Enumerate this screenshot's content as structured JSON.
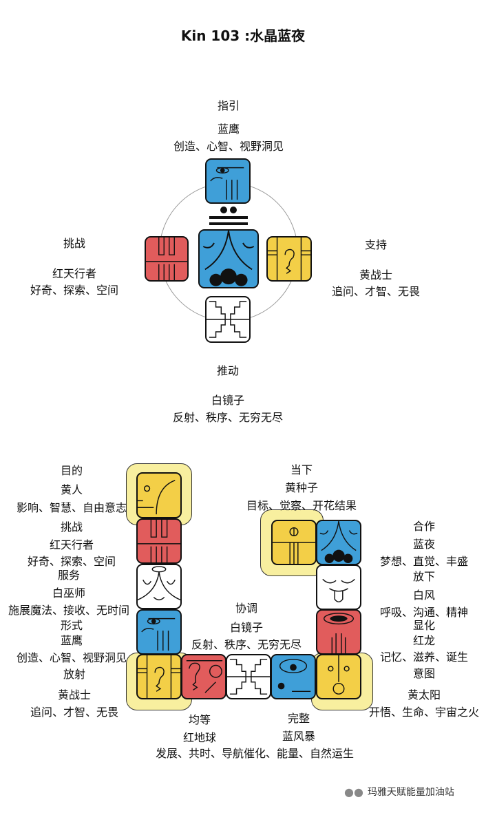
{
  "title": "Kin 103 :水晶蓝夜",
  "oracle": [
    {
      "role": "指引",
      "seal": "蓝鹰",
      "keywords": "创造、心智、视野洞见"
    },
    {
      "role": "挑战",
      "seal": "红天行者",
      "keywords": "好奇、探索、空间"
    },
    {
      "role": "支持",
      "seal": "黄战士",
      "keywords": "追问、才智、无畏"
    },
    {
      "role": "推动",
      "seal": "白镜子",
      "keywords": "反射、秩序、无穷无尽"
    }
  ],
  "wavespell": [
    {
      "role": "目的",
      "seal": "黄人",
      "keywords": "影响、智慧、自由意志"
    },
    {
      "role": "挑战",
      "seal": "红天行者",
      "keywords": "好奇、探索、空间"
    },
    {
      "role": "服务",
      "seal": "白巫师",
      "keywords": "施展魔法、接收、无时间"
    },
    {
      "role": "形式",
      "seal": "蓝鹰",
      "keywords": "创造、心智、视野洞见"
    },
    {
      "role": "放射",
      "seal": "黄战士",
      "keywords": "追问、才智、无畏"
    },
    {
      "role": "均等",
      "seal": "红地球",
      "keywords": "发展、共时、导航"
    },
    {
      "role": "协调",
      "seal": "白镜子",
      "keywords": "反射、秩序、无穷无尽"
    },
    {
      "role": "完整",
      "seal": "蓝风暴",
      "keywords": "催化、能量、自然运生"
    },
    {
      "role": "意图",
      "seal": "黄太阳",
      "keywords": "开悟、生命、宇宙之火"
    },
    {
      "role": "显化",
      "seal": "红龙",
      "keywords": "记忆、滋养、诞生"
    },
    {
      "role": "放下",
      "seal": "白风",
      "keywords": "呼吸、沟通、精神"
    },
    {
      "role": "合作",
      "seal": "蓝夜",
      "keywords": "梦想、直觉、丰盛"
    },
    {
      "role": "当下",
      "seal": "黄种子",
      "keywords": "目标、觉察、开花结果"
    }
  ],
  "tone_dots": 2,
  "tone_bars": 2,
  "watermark": "玛雅天赋能量加油站",
  "colors": {
    "red": "#e15c5c",
    "yellow": "#f3cf47",
    "blue": "#3f9fd8",
    "white": "#ffffff",
    "highlight": "#f8ef9f"
  }
}
